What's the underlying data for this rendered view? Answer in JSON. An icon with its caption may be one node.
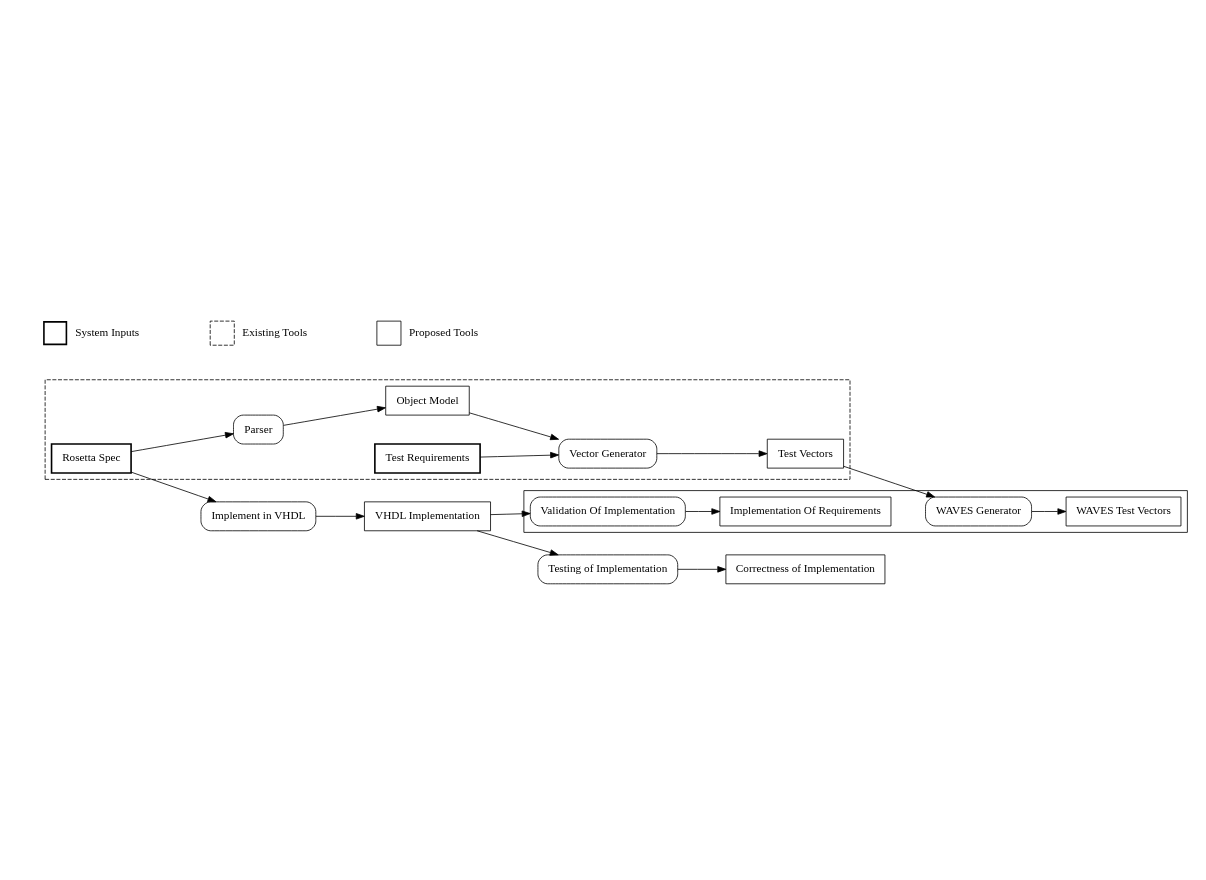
{
  "diagram": {
    "nodes": [
      {
        "text": [],
        "shape": "box"
      },
      {
        "text": [
          "Rosetta Spec"
        ],
        "in": 0
      },
      {
        "text": [
          "Parser"
        ],
        "in": 0
      },
      {
        "text": [
          "Object Model"
        ],
        "in": 0
      },
      {
        "text": [
          "Vector Generator"
        ],
        "in": 0
      },
      {
        "text": [
          "Test Vectors"
        ],
        "in": 0
      },
      {
        "text": [
          "Test Requirements"
        ],
        "in": 0
      },
      {
        "text": [],
        "shape": "box"
      },
      {
        "text": [
          "WAVES Test Vectors"
        ],
        "in": 7
      },
      {
        "text": [
          "WAVES Generator"
        ],
        "in": 7
      },
      {
        "text": [
          "Implement in VHDL"
        ]
      },
      {
        "text": [
          "VHDL Implementation"
        ]
      },
      {
        "text": [
          "Validation Of Implementation"
        ],
        "in": 7
      },
      {
        "text": [
          "Implementation Of Requirements"
        ],
        "in": 7
      },
      {
        "text": [
          "Testing of Implementation"
        ]
      },
      {
        "text": [
          "Correctness of Implementation"
        ]
      }
    ],
    "edges": [
      {
        "from": 1,
        "to": 2,
        "arrow": "to"
      },
      {
        "from": 2,
        "to": 3,
        "arrow": "to"
      },
      {
        "from": 3,
        "to": 4,
        "arrow": "to"
      },
      {
        "from": 4,
        "to": 5,
        "arrow": "to"
      },
      {
        "from": 6,
        "to": 4,
        "arrow": "to"
      },
      {
        "from": 5,
        "to": 9,
        "arrow": "to"
      },
      {
        "from": 9,
        "to": 8,
        "arrow": "to"
      },
      {
        "from": 1,
        "to": 10,
        "arrow": "to"
      },
      {
        "from": 10,
        "to": 11,
        "arrow": "to"
      },
      {
        "from": 11,
        "to": 12,
        "arrow": "to"
      },
      {
        "from": 12,
        "to": 13,
        "arrow": "to"
      },
      {
        "from": 11,
        "to": 14,
        "arrow": "to"
      },
      {
        "from": 14,
        "to": 15,
        "arrow": "to"
      }
    ],
    "legend": [
      {
        "text": "System Inputs"
      },
      {
        "text": "Existing Tools"
      },
      {
        "text": "Proposed Tools"
      }
    ]
  }
}
